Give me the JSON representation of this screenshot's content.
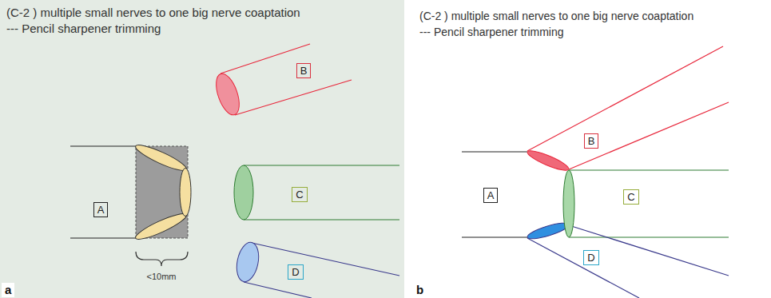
{
  "diagram": {
    "nodes": [
      {
        "text": [
          "A"
        ]
      },
      {
        "text": [
          "B"
        ]
      },
      {
        "text": [
          "C"
        ]
      },
      {
        "text": [
          "D"
        ]
      },
      {
        "text": [
          "A"
        ]
      },
      {
        "text": [
          "B"
        ]
      },
      {
        "text": [
          "C"
        ]
      },
      {
        "text": [
          "D"
        ]
      }
    ],
    "labels": [
      "(C-2 ) multiple small nerves to one big nerve coaptation",
      "--- Pencil sharpener trimming",
      "<10mm",
      "a",
      "(C-2 ) multiple small nerves to one big nerve coaptation",
      "--- Pencil sharpener trimming",
      "b"
    ]
  }
}
